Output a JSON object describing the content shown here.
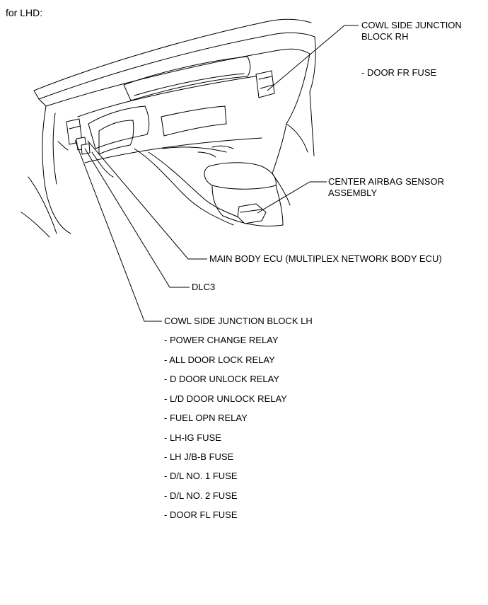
{
  "heading": "for LHD:",
  "callouts": {
    "cowl_rh_line1": "COWL SIDE JUNCTION",
    "cowl_rh_line2": "BLOCK RH",
    "cowl_rh_items": [
      "- DOOR FR FUSE"
    ],
    "airbag_line1": "CENTER AIRBAG SENSOR",
    "airbag_line2": "ASSEMBLY",
    "main_body_ecu": "MAIN BODY ECU (MULTIPLEX NETWORK BODY ECU)",
    "dlc3": "DLC3",
    "cowl_lh": "COWL SIDE JUNCTION BLOCK LH",
    "cowl_lh_items": [
      "- POWER CHANGE RELAY",
      "- ALL DOOR LOCK RELAY",
      "- D DOOR UNLOCK RELAY",
      "- L/D DOOR UNLOCK RELAY",
      "- FUEL OPN RELAY",
      "- LH-IG FUSE",
      "- LH J/B-B FUSE",
      "- D/L NO. 1 FUSE",
      "- D/L NO. 2 FUSE",
      "- DOOR FL FUSE"
    ]
  }
}
